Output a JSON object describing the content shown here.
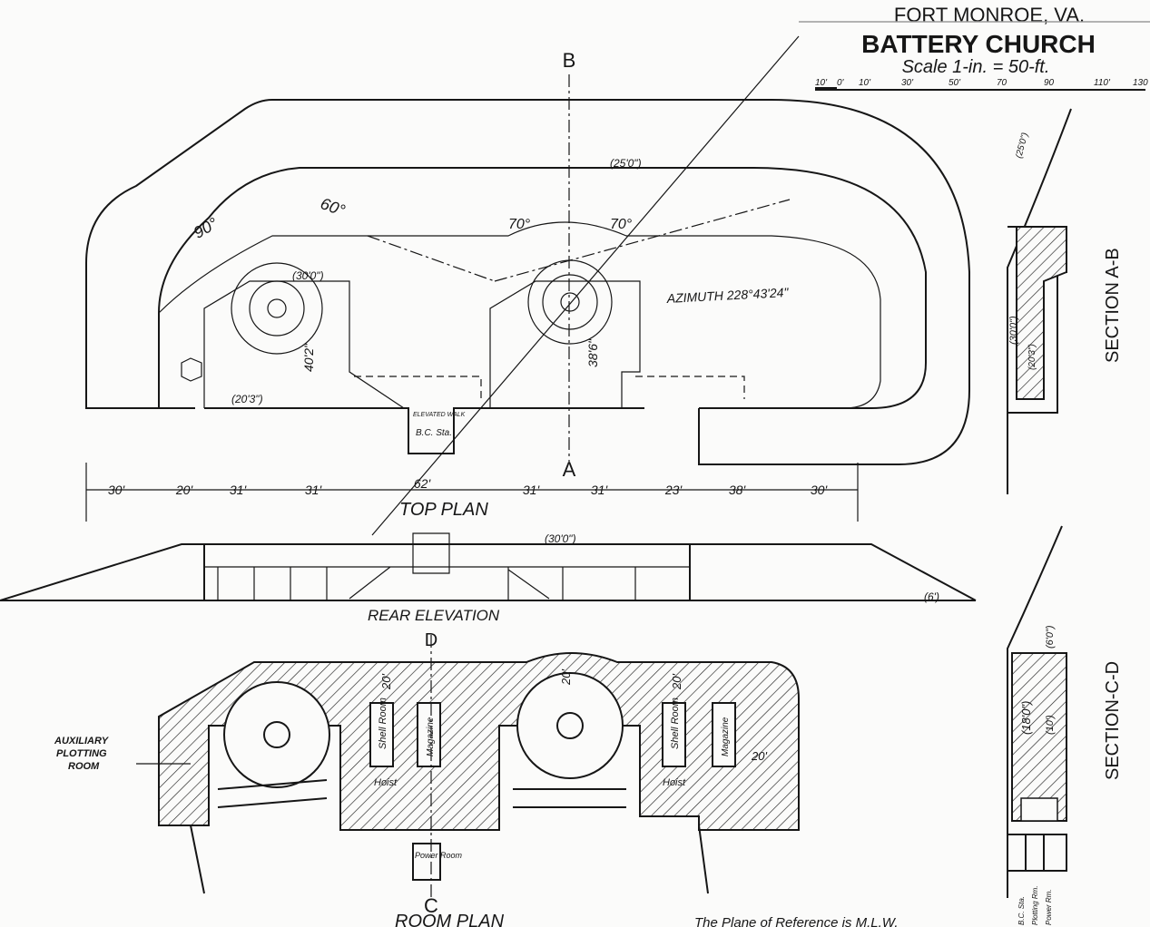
{
  "title": {
    "location": "FORT MONROE, VA.",
    "name": "BATTERY CHURCH",
    "scale": "Scale 1-in. = 50-ft."
  },
  "scale_bar": {
    "ticks": [
      "10'",
      "0'",
      "10'",
      "30'",
      "50'",
      "70",
      "90",
      "110'",
      "130"
    ]
  },
  "top_plan": {
    "label": "TOP PLAN",
    "section_marks": {
      "top": "B",
      "bottom": "A"
    },
    "angles": [
      "90°",
      "60°",
      "70°",
      "70°"
    ],
    "notes": {
      "parapet": "(25'0\")",
      "emplacement": "(30'0\")",
      "azimuth": "AZIMUTH 228°43'24\"",
      "left_depth": "40'2\"",
      "right_depth": "38'6\"",
      "rear": "(20'3\")",
      "walk": "ELEVATED WALK",
      "bc_station": "B.C. Sta."
    },
    "dimensions": [
      "30'",
      "20'",
      "31'",
      "31'",
      "62'",
      "31'",
      "31'",
      "23'",
      "38'",
      "30'"
    ]
  },
  "rear_elevation": {
    "label": "REAR ELEVATION",
    "height": "(30'0\")",
    "ground": "(6')"
  },
  "room_plan": {
    "label": "ROOM PLAN",
    "section_marks": {
      "top": "D",
      "bottom": "C"
    },
    "aux_room": [
      "AUXILIARY",
      "PLOTTING",
      "ROOM"
    ],
    "rooms": {
      "shell": "Shell Room",
      "magazine": "Magazine",
      "hoist": "Hoist",
      "power": "Power Room"
    },
    "cover": "20'",
    "reference_note": "The Plane of Reference is M.L.W."
  },
  "section_ab": {
    "label": "SECTION A-B",
    "notes": [
      "(25'0\")",
      "(30'0\")",
      "(20'3\")"
    ]
  },
  "section_cd": {
    "label": "SECTION-C-D",
    "notes": [
      "(6'0\")",
      "(18'0\")",
      "(10')"
    ],
    "legend": [
      "B.C. Sta.",
      "Plotting Rm.",
      "Power Rm."
    ]
  }
}
